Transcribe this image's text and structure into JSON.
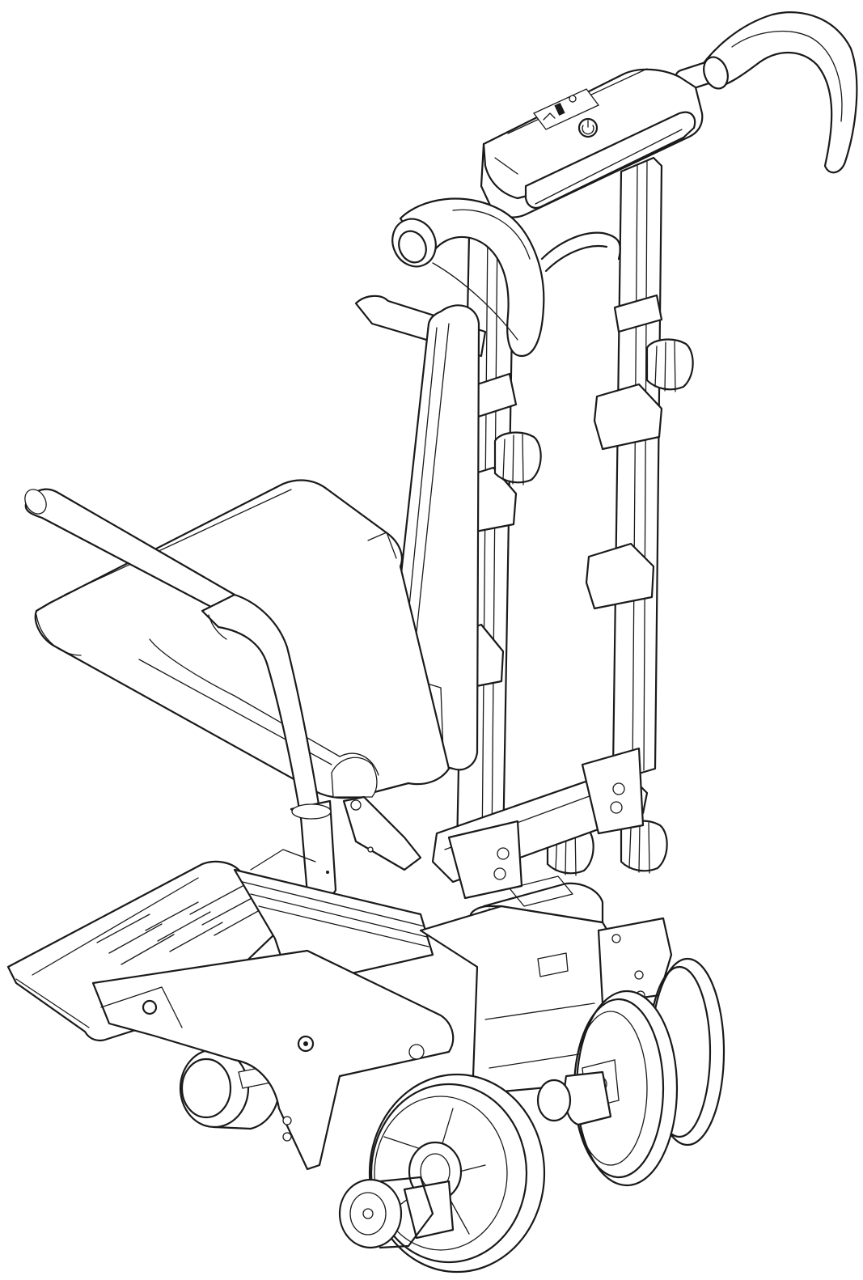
{
  "figure": {
    "kind": "line-art-illustration",
    "subject": "stair-climbing-wheelchair",
    "stroke_color": "#1a1a1a",
    "background_color": "#ffffff"
  },
  "control_panel": {
    "icons": [
      "battery-icon",
      "speed-icon",
      "settings-icon"
    ],
    "power_button_icon": "power-icon"
  },
  "parts": [
    "top-handle-grip",
    "control-panel",
    "rear-push-handle",
    "backrest",
    "seat-cushion",
    "armrest-left",
    "armrest-right",
    "telescopic-frame-left",
    "telescopic-frame-right",
    "height-adjust-knob",
    "footrest-plate",
    "drive-unit",
    "front-wheel",
    "rear-wheel",
    "caster-wheel"
  ]
}
